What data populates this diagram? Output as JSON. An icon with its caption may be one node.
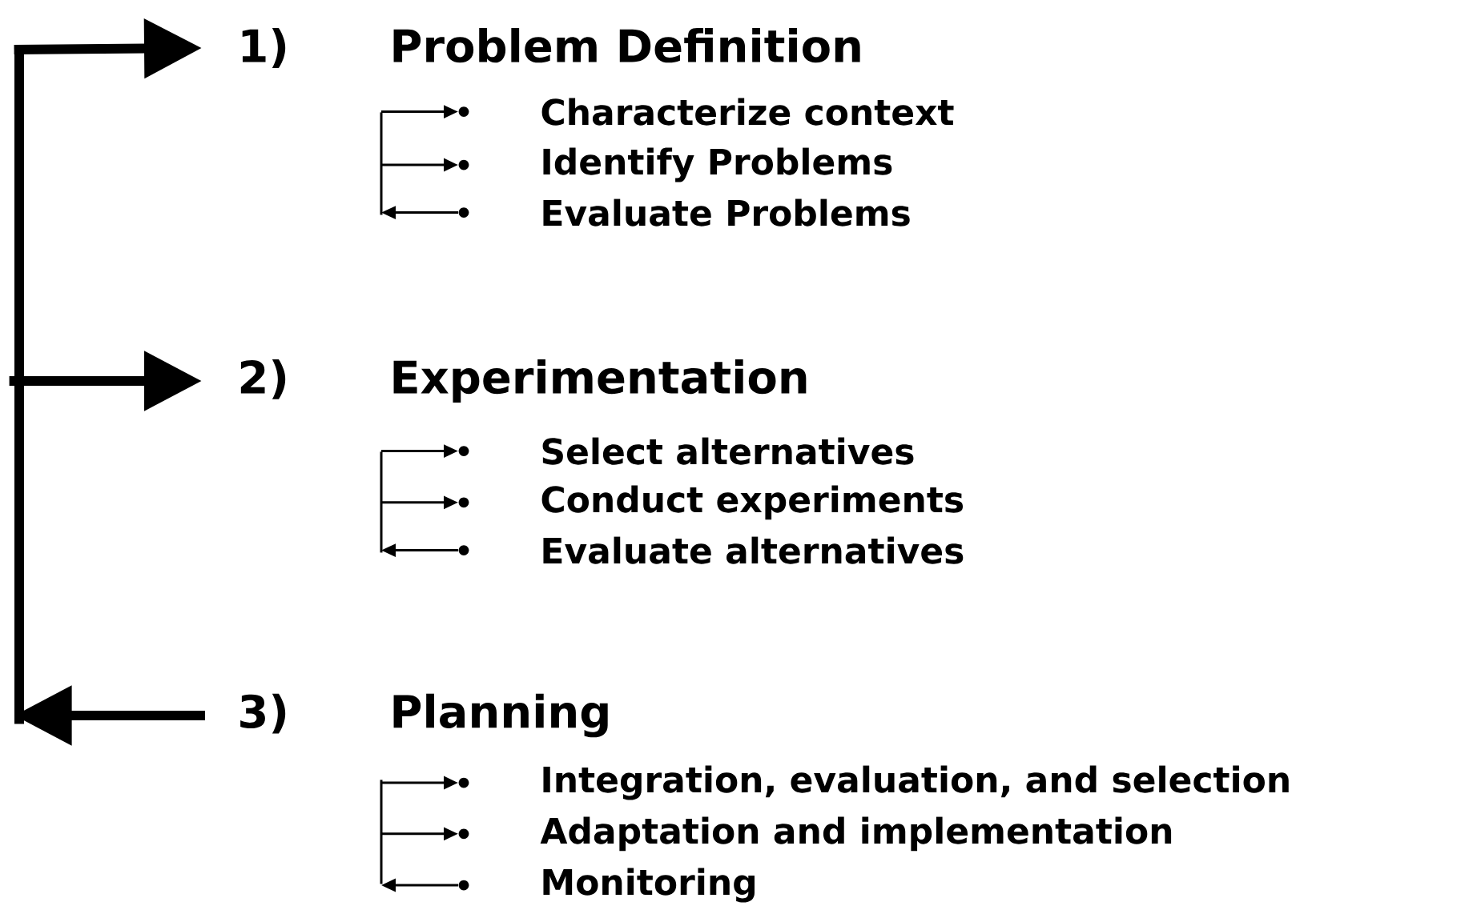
{
  "diagram": {
    "nodes": [
      {
        "text": [],
        "shape": "bar"
      },
      {
        "text": [
          "1)",
          "Problem Definition"
        ]
      },
      {
        "text": [],
        "shape": "bar"
      },
      {
        "text": [
          "Characterize context"
        ]
      },
      {
        "text": [
          "Identify Problems"
        ]
      },
      {
        "text": [
          "Evaluate Problems"
        ]
      },
      {
        "text": [
          "2)",
          "Experimentation"
        ]
      },
      {
        "text": [],
        "shape": "bar"
      },
      {
        "text": [
          "Select alternatives"
        ]
      },
      {
        "text": [
          "Conduct experiments"
        ]
      },
      {
        "text": [
          "Evaluate alternatives"
        ]
      },
      {
        "text": [
          "3)",
          "Planning"
        ]
      },
      {
        "text": [],
        "shape": "bar"
      },
      {
        "text": [
          "Integration, evaluation, and selection"
        ]
      },
      {
        "text": [
          "Adaptation and implementation"
        ]
      },
      {
        "text": [
          "Monitoring"
        ]
      }
    ],
    "edges": [
      {
        "from": 0,
        "to": 1,
        "arrow": "to",
        "style": "thick"
      },
      {
        "from": 2,
        "to": 3,
        "arrow": "to"
      },
      {
        "from": 2,
        "to": 4,
        "arrow": "to"
      },
      {
        "from": 5,
        "to": 2,
        "arrow": "to"
      },
      {
        "from": 0,
        "to": 6,
        "arrow": "to",
        "style": "thick"
      },
      {
        "from": 7,
        "to": 8,
        "arrow": "to"
      },
      {
        "from": 7,
        "to": 9,
        "arrow": "to"
      },
      {
        "from": 10,
        "to": 7,
        "arrow": "to"
      },
      {
        "from": 11,
        "to": 0,
        "arrow": "to",
        "style": "thick"
      },
      {
        "from": 12,
        "to": 13,
        "arrow": "to"
      },
      {
        "from": 12,
        "to": 14,
        "arrow": "to"
      },
      {
        "from": 15,
        "to": 12,
        "arrow": "to"
      }
    ]
  }
}
